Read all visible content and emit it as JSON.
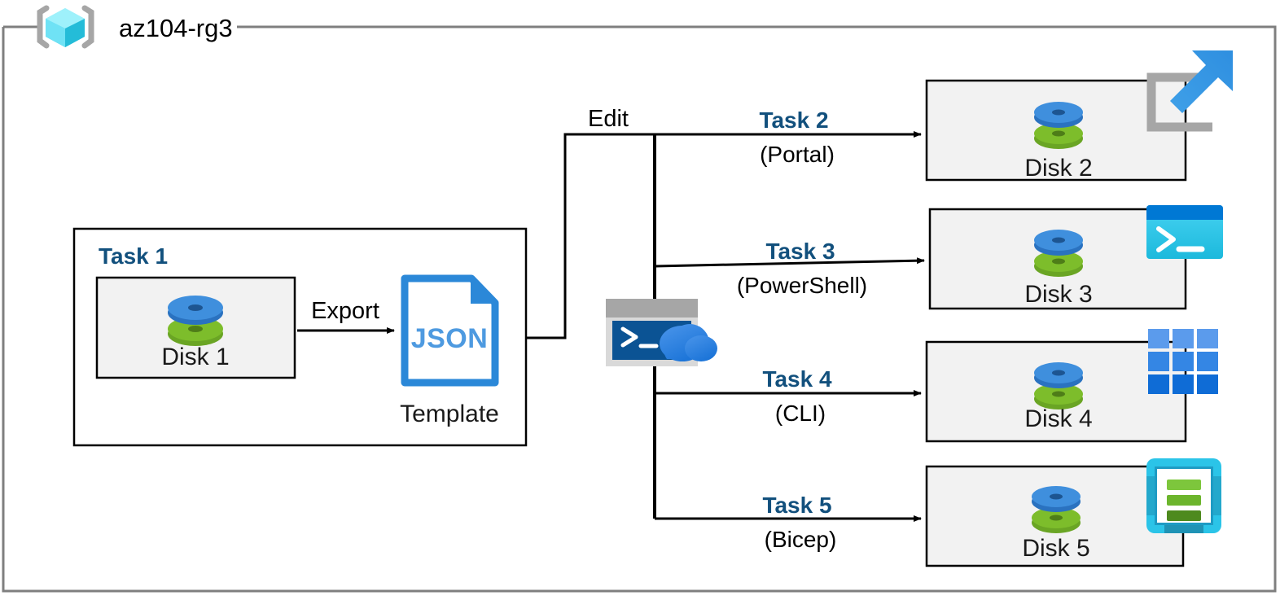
{
  "resource_group": {
    "name": "az104-rg3",
    "icon": "resource-group-cube-icon"
  },
  "task1": {
    "title": "Task 1",
    "disk_label": "Disk 1",
    "disk_icon": "managed-disk-icon",
    "export_label": "Export",
    "template_label": "Template",
    "template_format": "JSON",
    "template_icon": "json-file-icon"
  },
  "edit": {
    "label": "Edit",
    "shell_icon": "cloud-shell-icon"
  },
  "tasks": [
    {
      "title": "Task 2",
      "method": "(Portal)",
      "disk_label": "Disk 2",
      "disk_icon": "managed-disk-icon",
      "tool_icon": "azure-portal-icon"
    },
    {
      "title": "Task 3",
      "method": "(PowerShell)",
      "disk_label": "Disk 3",
      "disk_icon": "managed-disk-icon",
      "tool_icon": "powershell-icon"
    },
    {
      "title": "Task 4",
      "method": "(CLI)",
      "disk_label": "Disk 4",
      "disk_icon": "managed-disk-icon",
      "tool_icon": "azure-cli-icon"
    },
    {
      "title": "Task 5",
      "method": "(Bicep)",
      "disk_label": "Disk 5",
      "disk_icon": "managed-disk-icon",
      "tool_icon": "bicep-icon"
    }
  ],
  "colors": {
    "task_title": "#12507d",
    "disk_blue": "#3a8dde",
    "disk_green": "#7ab800",
    "json_blue": "#2b88d8",
    "json_text": "#4e9ae0",
    "portal_gray": "#a6a6a6",
    "portal_arrow": "#41a5ee",
    "powershell_cyan": "#2bc4e8",
    "powershell_bar": "#0078d4",
    "cli_blue": "#2f80e0",
    "bicep_cyan": "#2bc4e8",
    "bicep_green": "#6cb52d",
    "shell_navy": "#0b5394",
    "shell_gray": "#a6a6a6",
    "box_fill": "#f2f2f2",
    "frame_gray": "#7f7f7f",
    "cube_cyan": "#40e0f0"
  }
}
